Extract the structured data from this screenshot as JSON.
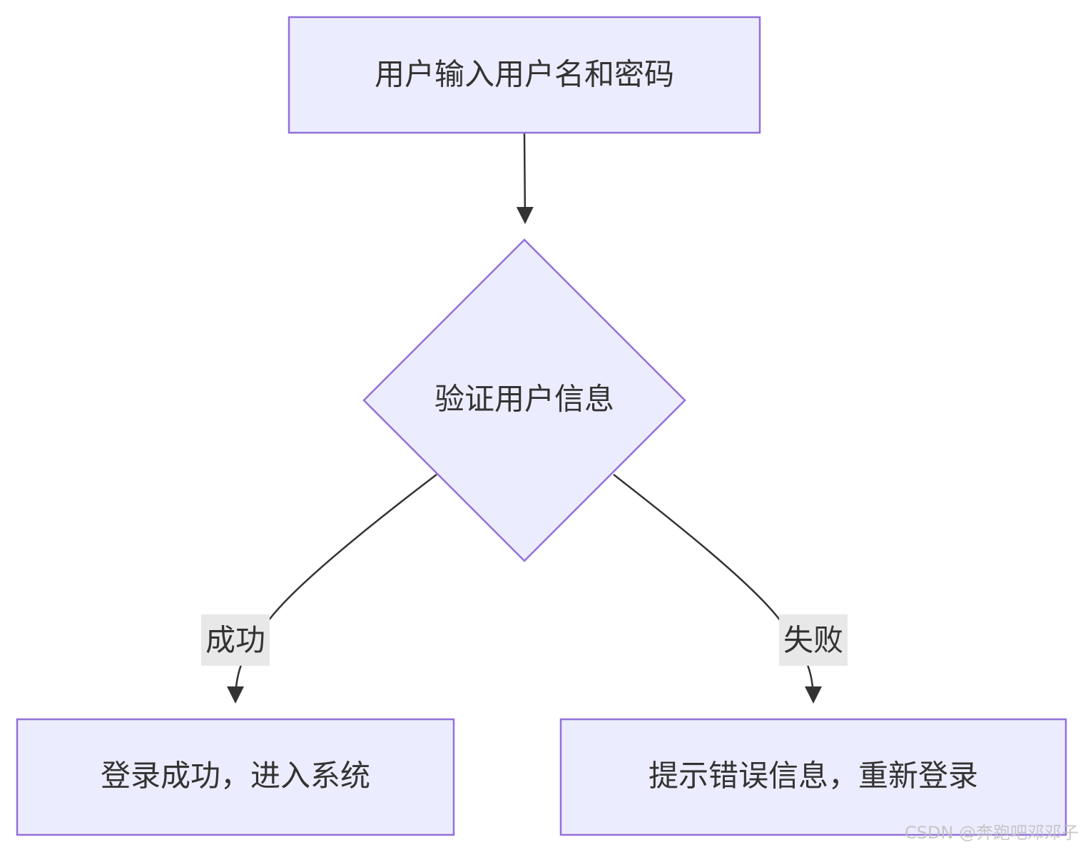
{
  "nodes": {
    "input": {
      "label": "用户输入用户名和密码"
    },
    "verify": {
      "label": "验证用户信息"
    },
    "success": {
      "label": "登录成功，进入系统"
    },
    "fail": {
      "label": "提示错误信息，重新登录"
    }
  },
  "edges": {
    "success_label": "成功",
    "fail_label": "失败"
  },
  "watermark": "CSDN @奔跑吧邓邓子",
  "colors": {
    "node_fill": "#ECECFF",
    "node_stroke": "#9370DB",
    "edge": "#333333",
    "edge_label_bg": "#E8E8E8",
    "text": "#333333"
  }
}
